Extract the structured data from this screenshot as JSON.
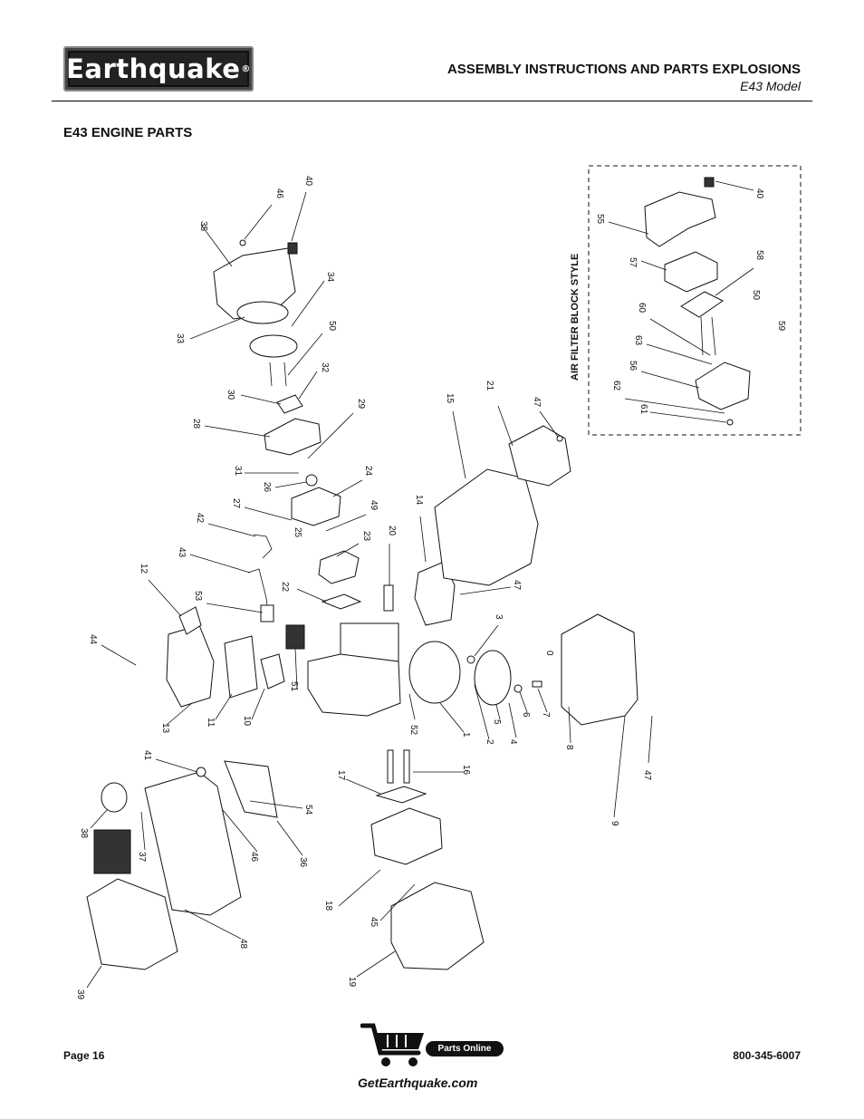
{
  "header": {
    "logo_text": "Earthquake",
    "logo_mark": "®",
    "title": "ASSEMBLY INSTRUCTIONS AND PARTS EXPLOSIONS",
    "subtitle": "E43 Model"
  },
  "section": {
    "title": "E43 ENGINE PARTS"
  },
  "inset": {
    "title": "AIR FILTER BLOCK STYLE"
  },
  "callouts": {
    "c1": "1",
    "c2": "2",
    "c3": "3",
    "c4": "4",
    "c5": "5",
    "c6": "6",
    "c7": "7",
    "c8": "8",
    "c9": "9",
    "c10": "10",
    "c11": "11",
    "c12": "12",
    "c13": "13",
    "c14": "14",
    "c15": "15",
    "c16": "16",
    "c17": "17",
    "c18": "18",
    "c19": "19",
    "c20": "20",
    "c21": "21",
    "c22": "22",
    "c23": "23",
    "c24": "24",
    "c25": "25",
    "c26": "26",
    "c27": "27",
    "c28": "28",
    "c29": "29",
    "c30": "30",
    "c31": "31",
    "c32": "32",
    "c33": "33",
    "c34": "34",
    "c35": "35",
    "c36": "36",
    "c37": "37",
    "c38": "38",
    "c39": "39",
    "c40": "40",
    "c41": "41",
    "c42": "42",
    "c43": "43",
    "c44": "44",
    "c45": "45",
    "c46": "46",
    "c47": "47",
    "c48": "48",
    "c49": "49",
    "c50": "50",
    "c51": "51",
    "c52": "52",
    "c53": "53",
    "c54": "54",
    "c55": "55",
    "c56": "56",
    "c57": "57",
    "c58": "58",
    "c59": "59",
    "c60": "60",
    "c61": "61",
    "c62": "62",
    "c63": "63"
  },
  "footer": {
    "page": "Page 16",
    "badge": "Parts Online",
    "website": "GetEarthquake.com",
    "phone": "800-345-6007"
  }
}
